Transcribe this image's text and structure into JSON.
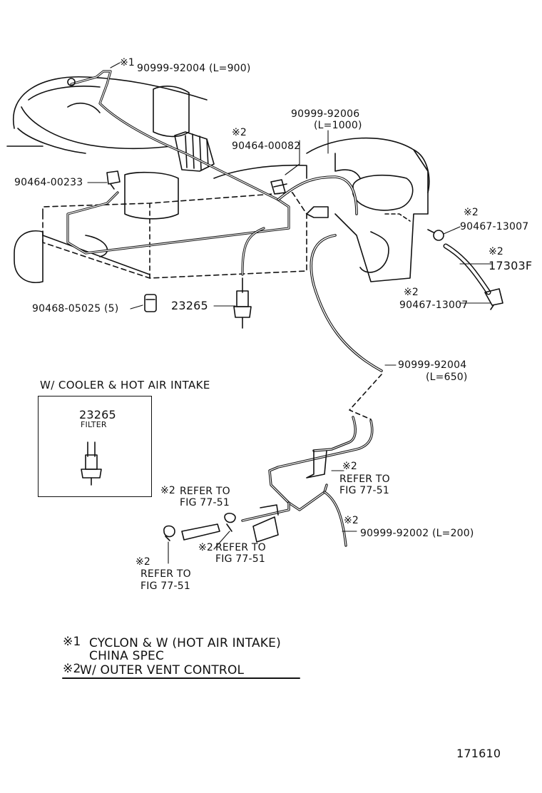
{
  "callouts": {
    "hose_900_mark": "※1",
    "hose_900": "90999-92004 (L=900)",
    "hose_1000": "90999-92006",
    "hose_1000_len": "(L=1000)",
    "clip_82_mark": "※2",
    "clip_82": "90464-00082",
    "clip_233": "90464-00233",
    "clamp_top_mark": "※2",
    "clamp_top": "90467-13007",
    "hose_f_mark": "※2",
    "hose_f": "17303F",
    "clamp_bottom_mark": "※2",
    "clamp_bottom": "90467-13007",
    "clamp_5": "90468-05025 (5)",
    "filter_main": "23265",
    "hose_650": "90999-92004",
    "hose_650_len": "(L=650)",
    "refer_right_mark": "※2",
    "refer_right_1": "REFER TO",
    "refer_right_2": "FIG 77-51",
    "refer_mid_mark": "※2",
    "refer_mid_1": "REFER TO",
    "refer_mid_2": "FIG 77-51",
    "refer_low_mark": "※2",
    "refer_low_1": "REFER TO",
    "refer_low_2": "FIG 77-51",
    "refer_left_mark": "※2",
    "refer_left_1": "REFER TO",
    "refer_left_2": "FIG 77-51",
    "hose_200_mark": "※2",
    "hose_200": "90999-92002 (L=200)"
  },
  "inset": {
    "title": "W/ COOLER & HOT AIR INTAKE",
    "part_number": "23265",
    "part_name": "FILTER"
  },
  "notes": [
    {
      "mark": "※1",
      "text": "CYCLON & W (HOT AIR INTAKE)",
      "text2": "CHINA SPEC"
    },
    {
      "mark": "※2",
      "text": "W/ OUTER VENT CONTROL"
    }
  ],
  "figure_number": "171610"
}
